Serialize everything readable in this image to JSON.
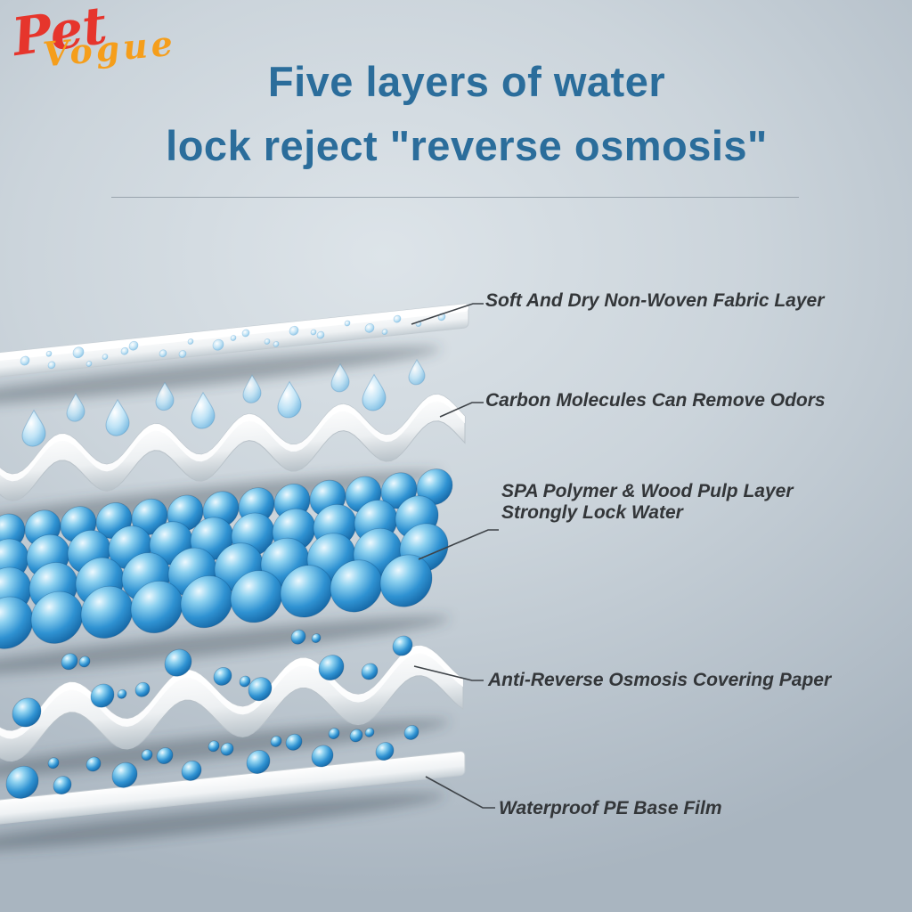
{
  "logo": {
    "top": "Pet",
    "bottom": "Vogue",
    "color_top": "#e6352c",
    "color_bottom": "#f59e1b"
  },
  "title": {
    "line1": "Five layers of water",
    "line2": "lock reject \"reverse osmosis\"",
    "color": "#2b6d9b"
  },
  "labels": {
    "l1": "Soft And Dry Non-Woven Fabric Layer",
    "l2": "Carbon Molecules Can Remove Odors",
    "l3a": "SPA Polymer & Wood Pulp Layer",
    "l3b": "Strongly Lock Water",
    "l4": "Anti-Reverse Osmosis Covering Paper",
    "l5": "Waterproof PE Base Film"
  },
  "colors": {
    "bead_dark": "#0d5a98",
    "bead_mid": "#2f92d2",
    "bead_light": "#eef9fe",
    "label_text": "#333639",
    "background_light": "#dde4e9",
    "background_dark": "#a9b5c0"
  }
}
